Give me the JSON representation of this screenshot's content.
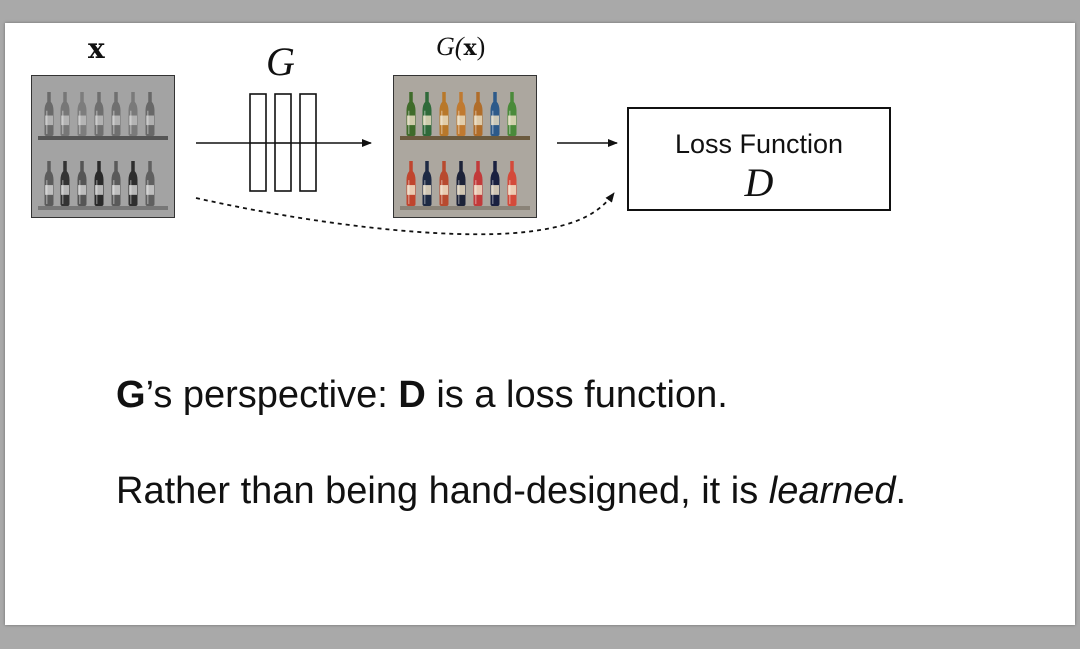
{
  "diagram": {
    "input_label": "x",
    "generator_label": "G",
    "output_label_prefix": "G(",
    "output_label_var": "x",
    "output_label_suffix": ")",
    "loss_box_title": "Loss Function",
    "loss_box_symbol": "D"
  },
  "text": {
    "line1_bold_g": "G",
    "line1_mid": "’s perspective: ",
    "line1_bold_d": "D",
    "line1_end": " is a loss function.",
    "line2_main": "Rather than being hand-designed, it is ",
    "line2_italic": "learned",
    "line2_end": "."
  },
  "colors": {
    "page_background": "#a9a9a9",
    "slide_background": "#ffffff",
    "ink": "#111111"
  },
  "images": {
    "input": "grayscale-bottles-photo",
    "output": "colorized-bottles-photo"
  },
  "bottles": {
    "top_row_colors": [
      "#3f6b2a",
      "#2f6a3a",
      "#b8782a",
      "#c07a30",
      "#b06d2a",
      "#2d5a8a",
      "#4a8a3a",
      "#b9692c"
    ],
    "bottom_row_colors": [
      "#c0452e",
      "#1e2a44",
      "#b84a2f",
      "#1c2238",
      "#c23a3a",
      "#1a2040",
      "#d44a3a",
      "#c9602a"
    ],
    "top_row_gray": [
      "#6a6a6a",
      "#777",
      "#7d7d7d",
      "#6f6f6f",
      "#707070",
      "#7a7a7a",
      "#686868",
      "#747474"
    ],
    "bottom_row_gray": [
      "#5c5c5c",
      "#333",
      "#555",
      "#2a2a2a",
      "#5a5a5a",
      "#2e2e2e",
      "#606060",
      "#575757"
    ]
  }
}
